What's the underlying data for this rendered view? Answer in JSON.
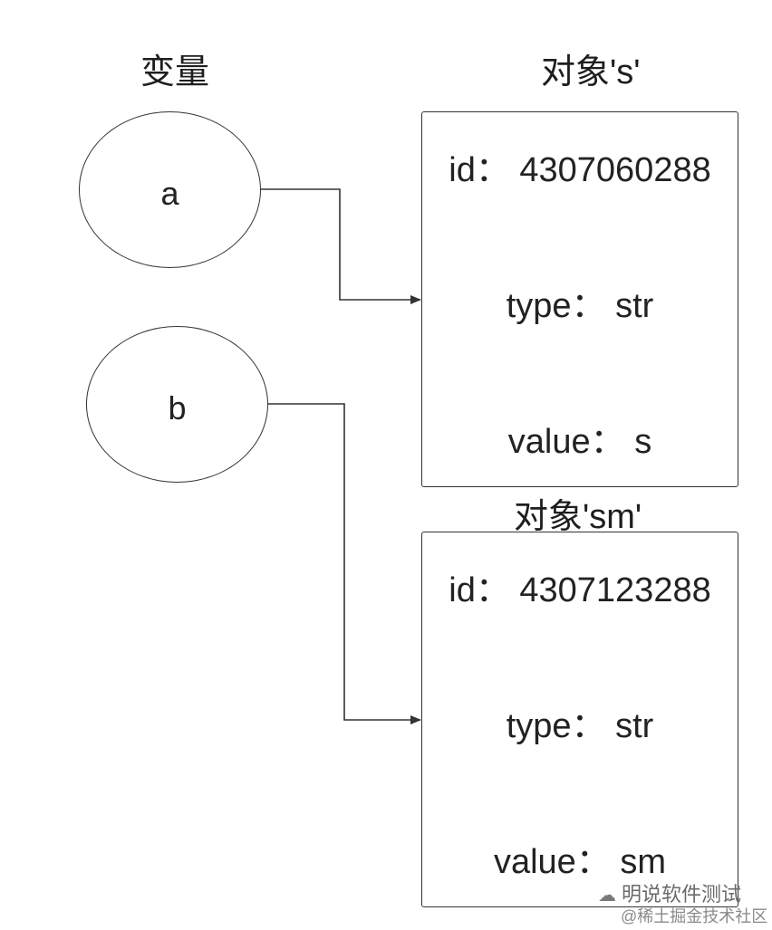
{
  "headings": {
    "variables": "变量",
    "object1": "对象's'",
    "object2": "对象'sm'"
  },
  "variables": [
    {
      "name": "a"
    },
    {
      "name": "b"
    }
  ],
  "objects": [
    {
      "id": "id：  4307060288",
      "type": "type：  str",
      "value": "value：  s"
    },
    {
      "id": "id：  4307123288",
      "type": "type：  str",
      "value": "value：  sm"
    }
  ],
  "watermark": {
    "icon": "chat-bubble-icon",
    "account": "明说软件测试",
    "source": "@稀土掘金技术社区"
  },
  "colors": {
    "line": "#333333",
    "text": "#222222"
  }
}
